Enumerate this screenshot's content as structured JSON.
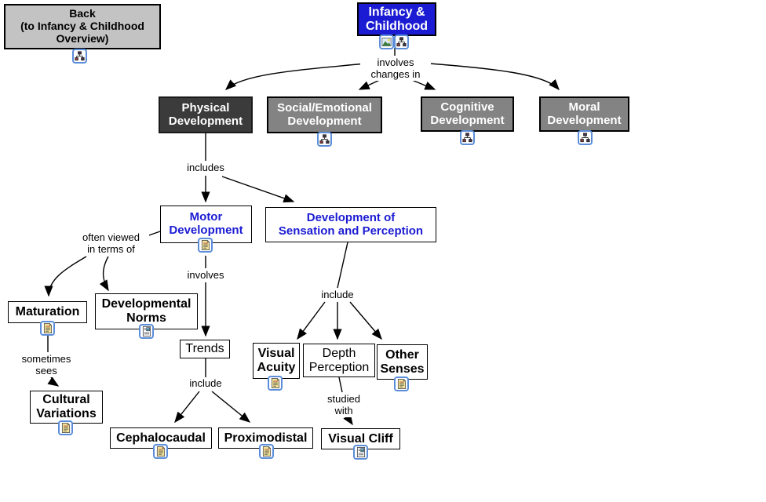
{
  "app": {
    "topic": "Infancy & Childhood concept map"
  },
  "colors": {
    "node_blue_fill": "#1b1bd3",
    "node_dark_fill": "#3b3b3b",
    "node_gray_fill": "#838383",
    "back_gray_fill": "#c3c3c3",
    "blue_text": "#1b1bd3",
    "connector_line": "#000000",
    "badge_border": "#5b8dd9"
  },
  "nodes": {
    "back": {
      "label": "Back\n(to Infancy & Childhood\nOverview)",
      "badges": [
        "concept-map"
      ]
    },
    "infancy_childhood": {
      "label": "Infancy &\nChildhood",
      "badges": [
        "image",
        "concept-map"
      ]
    },
    "physical_development": {
      "label": "Physical\nDevelopment",
      "badges": []
    },
    "social_emotional_development": {
      "label": "Social/Emotional\nDevelopment",
      "badges": [
        "concept-map"
      ]
    },
    "cognitive_development": {
      "label": "Cognitive\nDevelopment",
      "badges": [
        "concept-map"
      ]
    },
    "moral_development": {
      "label": "Moral\nDevelopment",
      "badges": [
        "concept-map"
      ]
    },
    "motor_development": {
      "label": "Motor\nDevelopment",
      "badges": [
        "text-document"
      ]
    },
    "sensation_perception": {
      "label": "Development of\nSensation and Perception",
      "badges": []
    },
    "maturation": {
      "label": "Maturation",
      "badges": [
        "text-document"
      ]
    },
    "developmental_norms": {
      "label": "Developmental\nNorms",
      "badges": [
        "image-document"
      ]
    },
    "trends": {
      "label": "Trends",
      "badges": []
    },
    "cultural_variations": {
      "label": "Cultural\nVariations",
      "badges": [
        "text-document"
      ]
    },
    "cephalocaudal": {
      "label": "Cephalocaudal",
      "badges": [
        "text-document"
      ]
    },
    "proximodistal": {
      "label": "Proximodistal",
      "badges": [
        "text-document"
      ]
    },
    "visual_acuity": {
      "label": "Visual\nAcuity",
      "badges": [
        "text-document"
      ]
    },
    "depth_perception": {
      "label": "Depth\nPerception",
      "badges": []
    },
    "other_senses": {
      "label": "Other\nSenses",
      "badges": [
        "text-document"
      ]
    },
    "visual_cliff": {
      "label": "Visual Cliff",
      "badges": [
        "image-document"
      ]
    }
  },
  "link_labels": {
    "involves_changes_in": "involves\nchanges in",
    "includes": "includes",
    "often_viewed_in_terms_of": "often viewed\nin terms of",
    "involves": "involves",
    "sometimes_sees": "sometimes\nsees",
    "include_trends": "include",
    "include_senses": "include",
    "studied_with": "studied\nwith"
  }
}
